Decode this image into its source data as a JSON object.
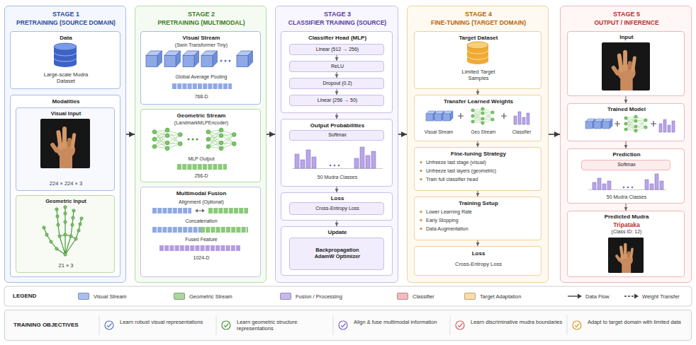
{
  "diagram": {
    "nodes": [
      {
        "text": [
          "STAGE 1",
          "PRETRAINING (SOURCE DOMAIN)"
        ]
      },
      {
        "text": [
          "Data",
          "Large-scale Mudra Dataset"
        ],
        "in": 0
      },
      {
        "text": [
          "Modalities"
        ],
        "in": 0
      },
      {
        "text": [
          "Visual Input",
          "224 × 224 × 3"
        ],
        "in": 2
      },
      {
        "text": [
          "Geometric Input",
          "21 × 3"
        ],
        "in": 2
      },
      {
        "text": [
          "STAGE 2",
          "PRETRAINING (MULTIMODAL)"
        ]
      },
      {
        "text": [
          "Visual Stream",
          "(Swin Transformer Tiny)",
          "Global Average Pooling",
          "768-D"
        ],
        "in": 5
      },
      {
        "text": [
          "Geometric Stream",
          "(LandmarkMLPEncoder)",
          "MLP Output",
          "256-D"
        ],
        "in": 5
      },
      {
        "text": [
          "Multimodal Fusion",
          "Alignment (Optional)",
          "Concatenation",
          "Fused Feature",
          "1024-D"
        ],
        "in": 5
      },
      {
        "text": [
          "STAGE 3",
          "CLASSIFIER TRAINING (SOURCE)"
        ]
      },
      {
        "text": [
          "Classifier Head (MLP)"
        ],
        "in": 9
      },
      {
        "text": [
          "Linear (512 → 256)"
        ],
        "in": 10
      },
      {
        "text": [
          "ReLU"
        ],
        "in": 10
      },
      {
        "text": [
          "Dropout (0.2)"
        ],
        "in": 10
      },
      {
        "text": [
          "Linear (256 → 50)"
        ],
        "in": 10
      },
      {
        "text": [
          "Output Probabilities",
          "50 Mudra Classes"
        ],
        "in": 9
      },
      {
        "text": [
          "Softmax"
        ],
        "in": 15
      },
      {
        "text": [
          "Loss"
        ],
        "in": 9
      },
      {
        "text": [
          "Cross-Entropy Loss"
        ],
        "in": 17
      },
      {
        "text": [
          "Update"
        ],
        "in": 9
      },
      {
        "text": [
          "Backpropagation AdamW Optimizer"
        ],
        "in": 19
      },
      {
        "text": [
          "STAGE 4",
          "FINE-TUNING (TARGET DOMAIN)"
        ]
      },
      {
        "text": [
          "Target Dataset",
          "Limited Target Samples"
        ],
        "in": 21
      },
      {
        "text": [
          "Transfer Learned Weights",
          "Visual Stream",
          "Geo Stream",
          "Classifier"
        ],
        "in": 21
      },
      {
        "text": [
          "Fine-tuning Strategy",
          "Unfreeze last stage (visual)",
          "Unfreeze last layers (geometric)",
          "Train full classifier head"
        ],
        "in": 21
      },
      {
        "text": [
          "Training Setup",
          "Lower Learning Rate",
          "Early Stopping",
          "Data Augmentation"
        ],
        "in": 21
      },
      {
        "text": [
          "Loss",
          "Cross-Entropy Loss"
        ],
        "in": 21
      },
      {
        "text": [
          "STAGE 5",
          "OUTPUT / INFERENCE"
        ]
      },
      {
        "text": [
          "Input"
        ],
        "in": 27
      },
      {
        "text": [
          "Trained Model"
        ],
        "in": 27
      },
      {
        "text": [
          "Prediction",
          "50 Mudra Classes"
        ],
        "in": 27
      },
      {
        "text": [
          "Softmax"
        ],
        "in": 30
      },
      {
        "text": [
          "Predicted Mudra",
          "Tripataka",
          "(Class ID: 12)"
        ],
        "in": 27
      },
      {
        "text": [
          "TRAINING OBJECTIVES",
          "Learn robust visual representations",
          "Learn geometric structure representations",
          "Align & fuse multimodal information",
          "Learn discriminative mudra boundaries",
          "Adapt to target domain with limited data"
        ]
      }
    ],
    "edges": [
      {
        "from": 0,
        "to": 5,
        "arrow": "to"
      },
      {
        "from": 5,
        "to": 9,
        "arrow": "to"
      },
      {
        "from": 9,
        "to": 21,
        "arrow": "to"
      },
      {
        "from": 21,
        "to": 27,
        "arrow": "to"
      },
      {
        "from": 11,
        "to": 12,
        "arrow": "to"
      },
      {
        "from": 12,
        "to": 13,
        "arrow": "to"
      },
      {
        "from": 13,
        "to": 14,
        "arrow": "to"
      },
      {
        "from": 10,
        "to": 15,
        "arrow": "to"
      },
      {
        "from": 15,
        "to": 17,
        "arrow": "to"
      },
      {
        "from": 17,
        "to": 19,
        "arrow": "to"
      },
      {
        "from": 22,
        "to": 23,
        "arrow": "to"
      },
      {
        "from": 23,
        "to": 24,
        "arrow": "to"
      },
      {
        "from": 24,
        "to": 25,
        "arrow": "to"
      },
      {
        "from": 25,
        "to": 26,
        "arrow": "to"
      },
      {
        "from": 28,
        "to": 29,
        "arrow": "to"
      },
      {
        "from": 29,
        "to": 30,
        "arrow": "to"
      },
      {
        "from": 30,
        "to": 32,
        "arrow": "to"
      }
    ],
    "labels": [
      "LEGEND"
    ],
    "legend": [
      {
        "text": "Visual Stream",
        "color": "#a9bff0"
      },
      {
        "text": "Geometric Stream",
        "color": "#a8d89a"
      },
      {
        "text": "Fusion / Processing",
        "color": "#c7b8ee"
      },
      {
        "text": "Classifier",
        "color": "#f5b9c0"
      },
      {
        "text": "Target Adaptation",
        "color": "#fbdca6"
      },
      {
        "text": "Data Flow"
      },
      {
        "text": "Weight Transfer"
      }
    ]
  }
}
